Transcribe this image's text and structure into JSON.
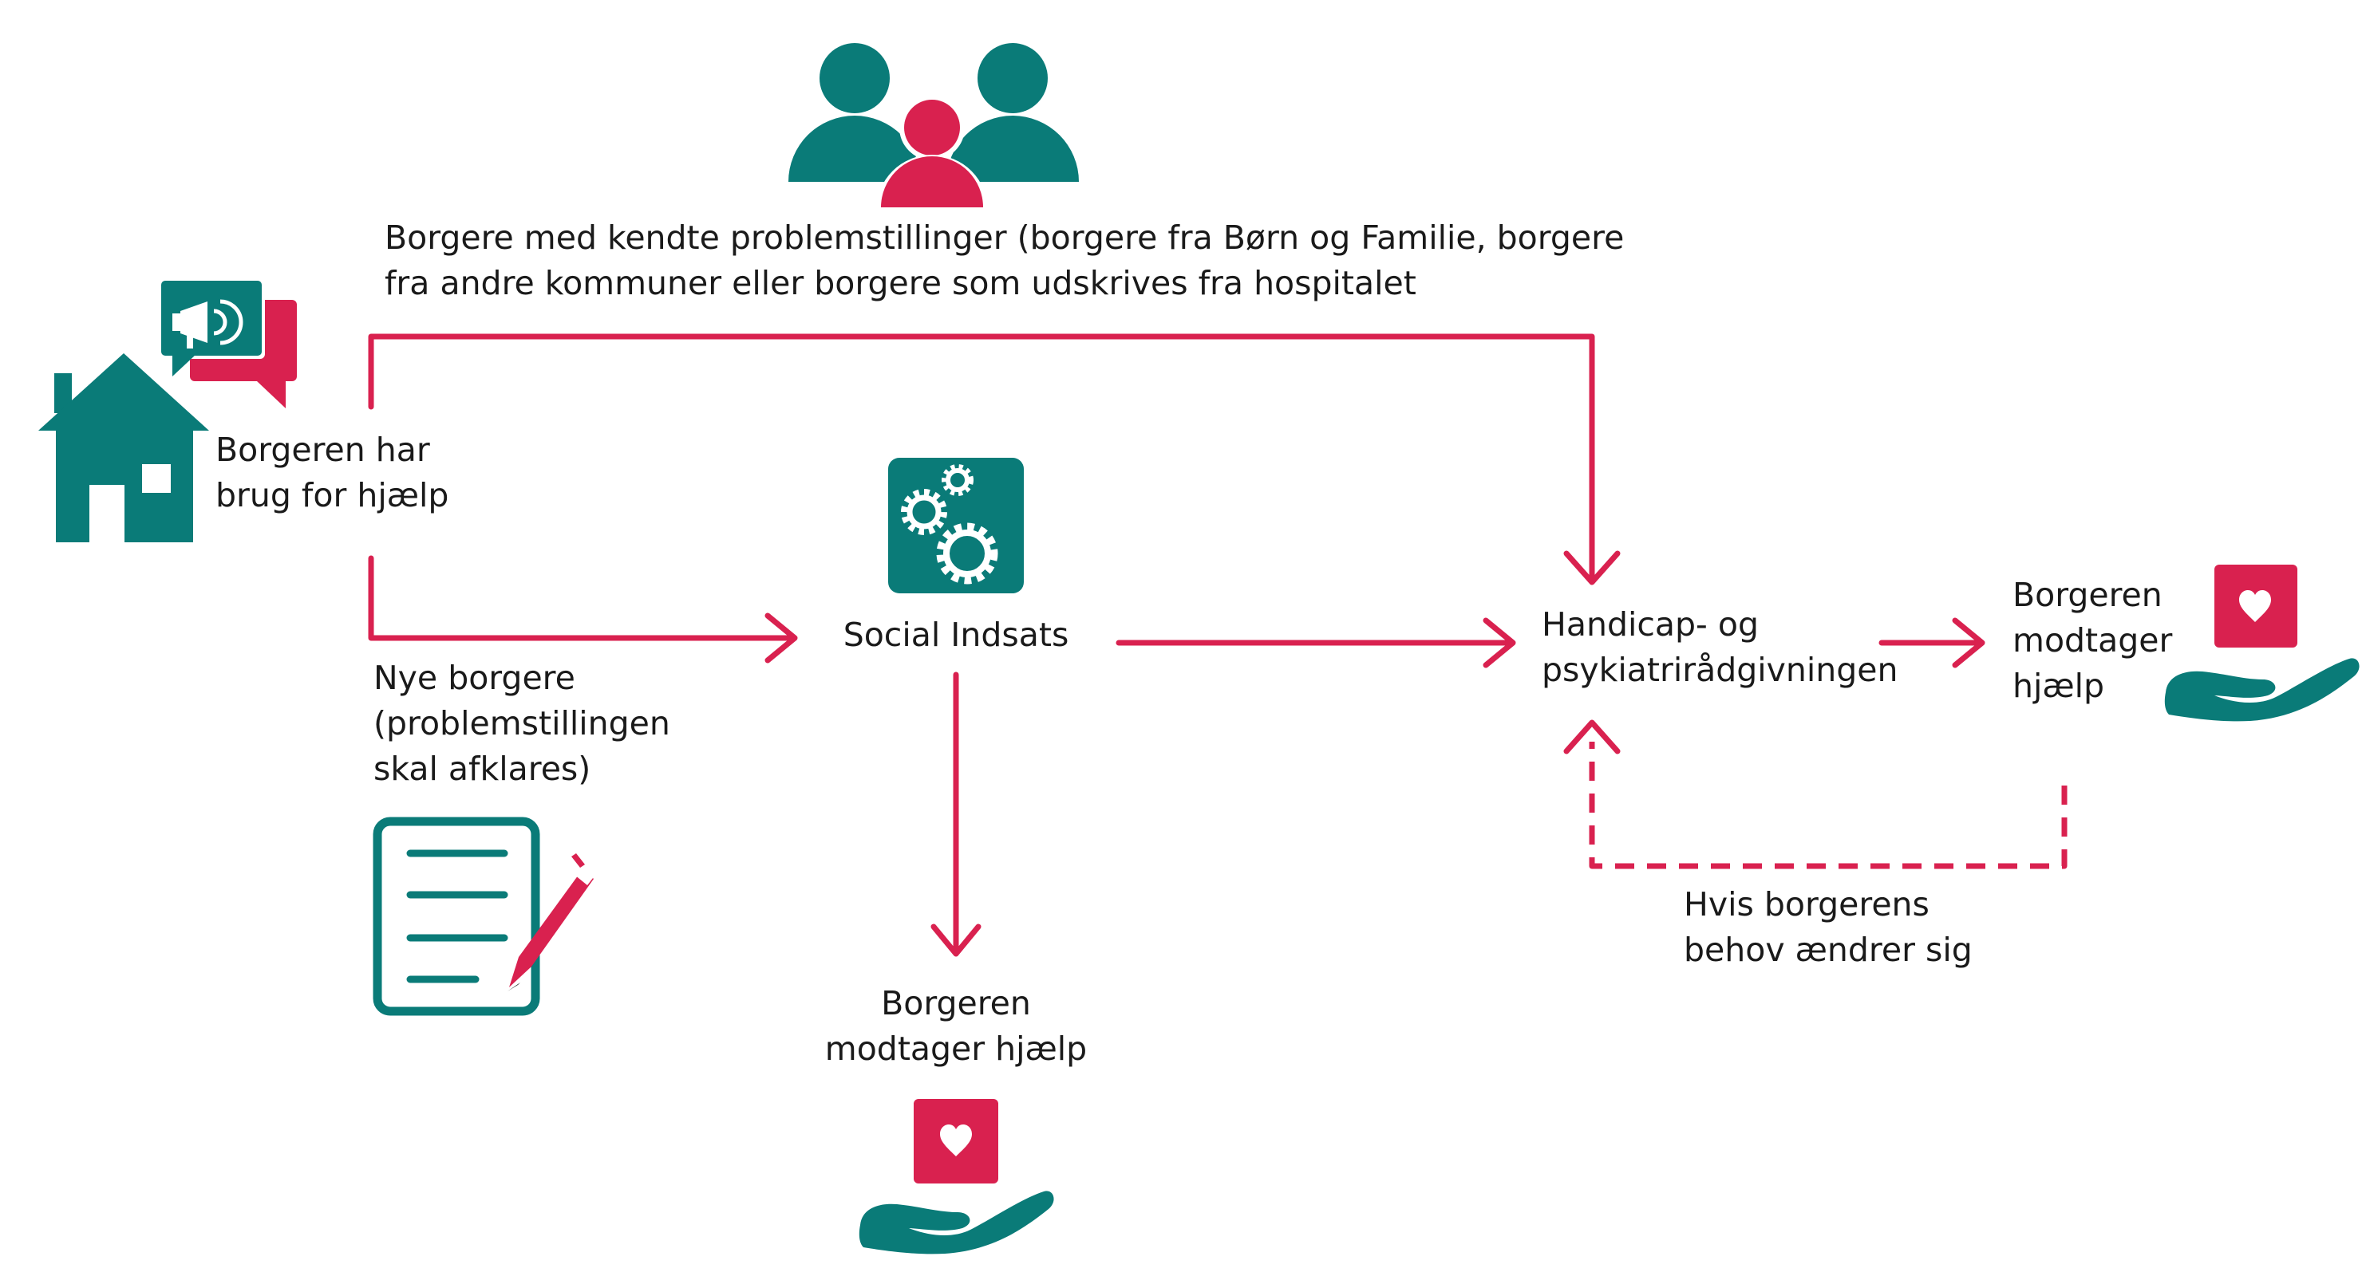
{
  "colors": {
    "teal": "#0a7b78",
    "pink": "#d9214f",
    "text": "#1a1a1a"
  },
  "labels": {
    "known_citizens": [
      "Borgere med kendte problemstillinger (borgere fra Børn og Familie, borgere",
      "fra andre kommuner eller borgere som udskrives fra hospitalet"
    ],
    "needs_help": [
      "Borgeren har",
      "brug for hjælp"
    ],
    "new_citizens": [
      "Nye borgere",
      "(problemstillingen",
      "skal afklares)"
    ],
    "social": "Social Indsats",
    "handicap": [
      "Handicap- og",
      "psykiatrirådgivningen"
    ],
    "receives_right": [
      "Borgeren",
      "modtager",
      "hjælp"
    ],
    "receives_bottom": [
      "Borgeren",
      "modtager hjælp"
    ],
    "change": [
      "Hvis borgerens",
      "behov ændrer sig"
    ]
  },
  "icons": [
    "people-group-icon",
    "house-icon",
    "megaphone-speech-bubbles-icon",
    "gears-icon",
    "document-pen-icon",
    "hand-heart-icon"
  ]
}
